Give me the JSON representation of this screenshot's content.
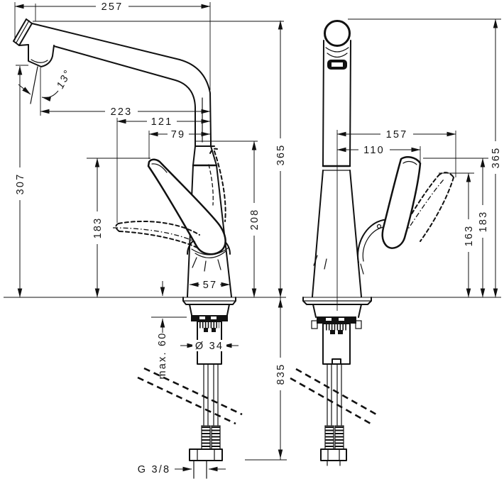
{
  "ink_color": "#111111",
  "paper_color": "#ffffff",
  "side_view": {
    "spout_reach": "257",
    "spray_angle": "13°",
    "aerator_reach": "223",
    "handle_tip_reach_open": "121",
    "handle_tip_reach": "79",
    "spout_outlet_height": "307",
    "handle_tip_height": "183",
    "swivel_joint_height": "208",
    "overall_height": "365",
    "base_width": "57",
    "max_counter_thickness": "max. 60",
    "shank_diameter": "Ø 34",
    "hose_drop_length": "835",
    "supply_thread": "G 3/8"
  },
  "front_view": {
    "handle_tip_reach_open": "157",
    "handle_tip_reach": "110",
    "overall_height": "365",
    "handle_tip_height_open": "163",
    "handle_tip_height": "183"
  }
}
